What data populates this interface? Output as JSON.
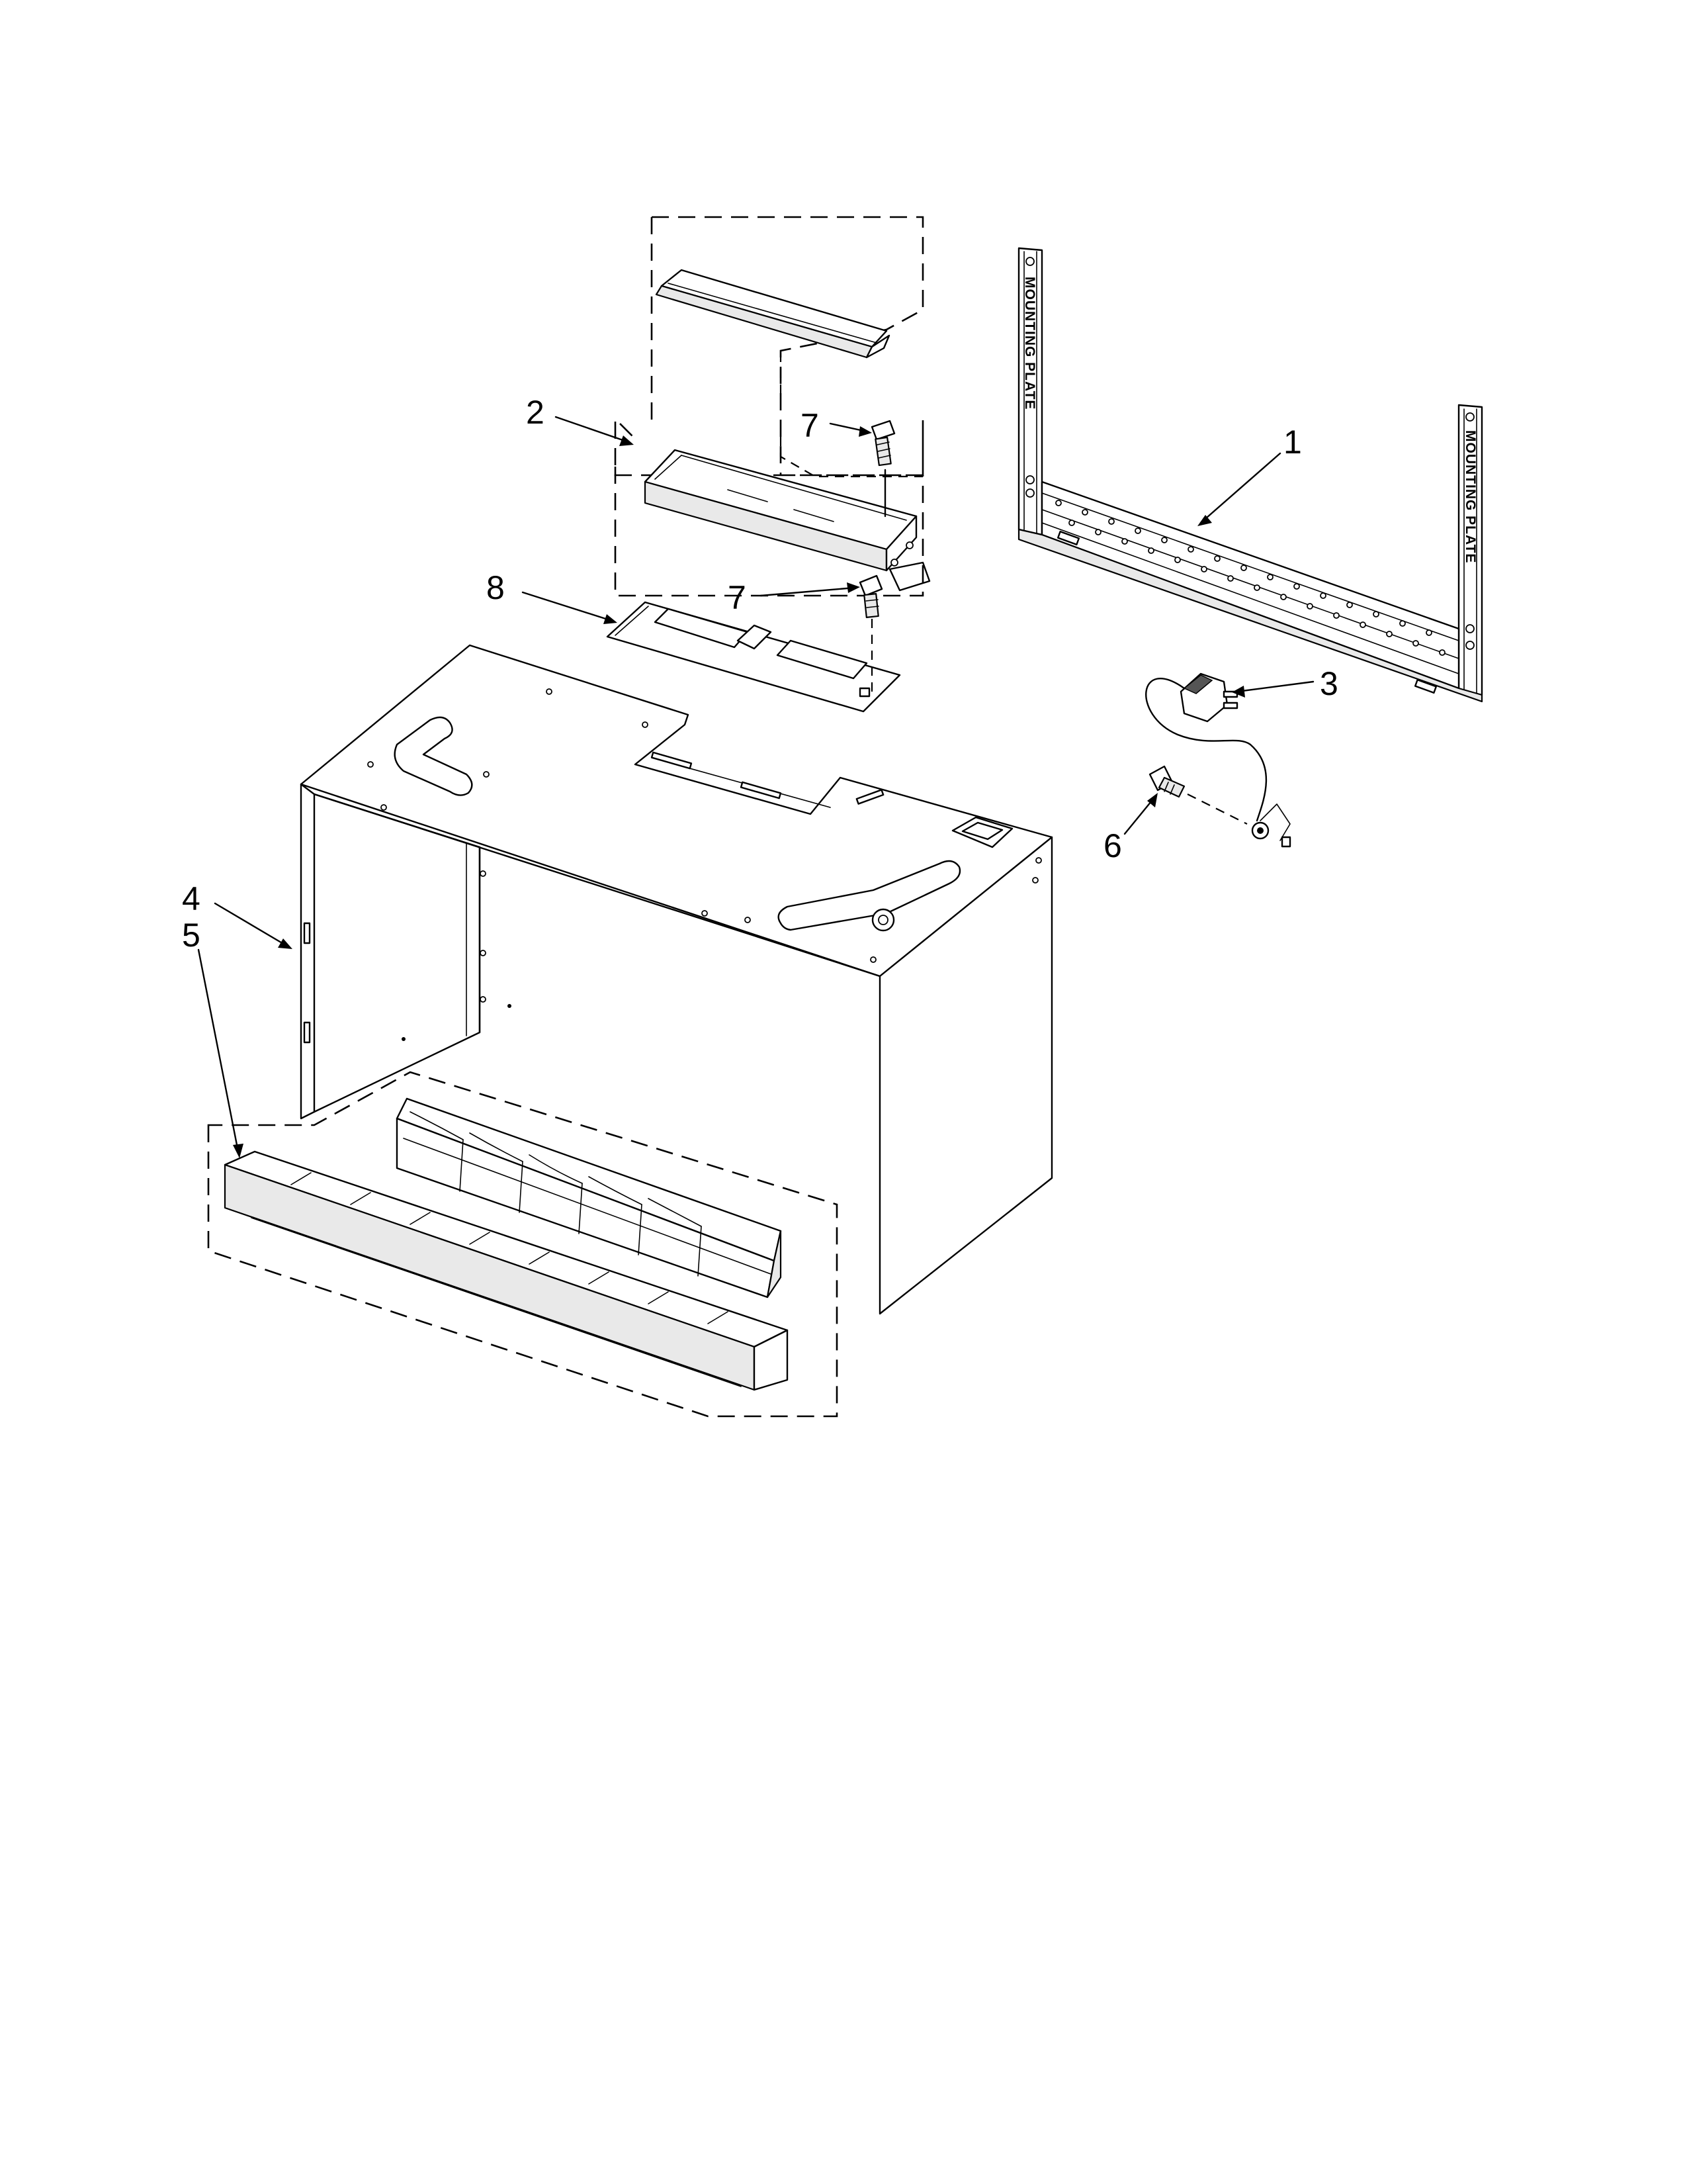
{
  "callouts": {
    "c1": "1",
    "c2": "2",
    "c3": "3",
    "c4": "4",
    "c5": "5",
    "c6": "6",
    "c7a": "7",
    "c7b": "7",
    "c8": "8"
  },
  "mounting_plate": {
    "left_label": "MOUNTING PLATE",
    "right_label": "MOUNTING PLATE"
  }
}
